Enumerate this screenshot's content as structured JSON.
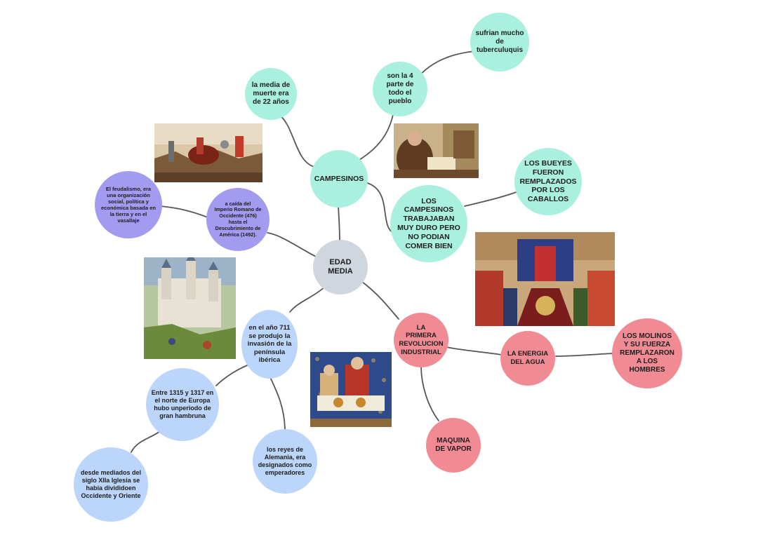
{
  "center": "EDAD\nMEDIA",
  "nodes": {
    "campesinos": "CAMPESINOS",
    "media_muerte": "la media de\nmuerte era\nde 22 años",
    "cuarta_parte": "son la 4\nparte de\ntodo el\npueblo",
    "tuberculosis": "sufrian mucho\nde\ntuberculuquis",
    "trabajaban": "LOS\nCAMPESINOS\nTRABAJABAN\nMUY DURO PERO\nNO PODIAN\nCOMER BIEN",
    "bueyes": "LOS BUEYES\nFUERON\nREMPLAZADOS\nPOR LOS\nCABALLOS",
    "feudalismo": "El feudalismo, era\nuna organización\nsocial, política y\neconómica basada en\nla tierra y en el\nvasallaje",
    "caida_imperio": "a caída del\nImperio Romano de\nOccidente (476)\nhasta el\nDescubrimiento de\nAmérica (1492).",
    "ano_711": "en el año 711\nse produjo la\ninvasión de la\npenínsula\nibérica",
    "hambruna": "Entre 1315 y 1317 en\nel norte de Europa\nhubo unperiodo de\ngran hambruna",
    "iglesia": "desde mediados del\nsiglo XIIa Iglesia se\nhabía divididoen\nOccidente y Oriente",
    "reyes": "los reyes de\nAlemania, era\ndesignados como\nemperadores",
    "revolucion": "LA\nPRIMERA\nREVOLUCION\nINDUSTRIAL",
    "energia_agua": "LA ENERGIA\nDEL AGUA",
    "molinos": "LOS MOLINOS\nY SU FUERZA\nREMPLAZARON\nA LOS\nHOMBRES",
    "maquina_vapor": "MAQUINA\nDE VAPOR"
  },
  "images": [
    {
      "name": "battle-painting",
      "palette": "red"
    },
    {
      "name": "monk-painting",
      "palette": "brown"
    },
    {
      "name": "coronation-painting",
      "palette": "court"
    },
    {
      "name": "castle-painting",
      "palette": "castle"
    },
    {
      "name": "banquet-painting",
      "palette": "banquet"
    }
  ],
  "colors": {
    "teal": "#a9f0df",
    "purple": "#a39bf0",
    "blue": "#bcd6fb",
    "red": "#f08b94",
    "grey": "#cfd6de",
    "line": "#555555"
  }
}
